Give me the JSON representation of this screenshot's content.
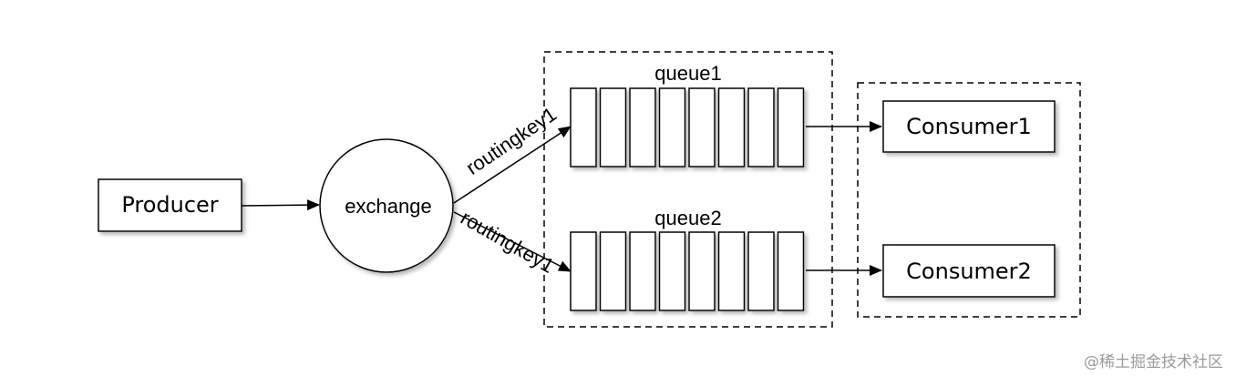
{
  "producer": {
    "label": "Producer"
  },
  "exchange": {
    "label": "exchange"
  },
  "routes": [
    {
      "routing_key": "routingkey1"
    },
    {
      "routing_key": "routingkey1"
    }
  ],
  "queues": [
    {
      "name": "queue1",
      "slots": 8
    },
    {
      "name": "queue2",
      "slots": 8
    }
  ],
  "consumers": [
    {
      "label": "Consumer1"
    },
    {
      "label": "Consumer2"
    }
  ],
  "watermark": "@稀土掘金技术社区",
  "colors": {
    "stroke": "#000000",
    "shadow": "#b8b8b8",
    "watermark": "#9a9a9a"
  }
}
